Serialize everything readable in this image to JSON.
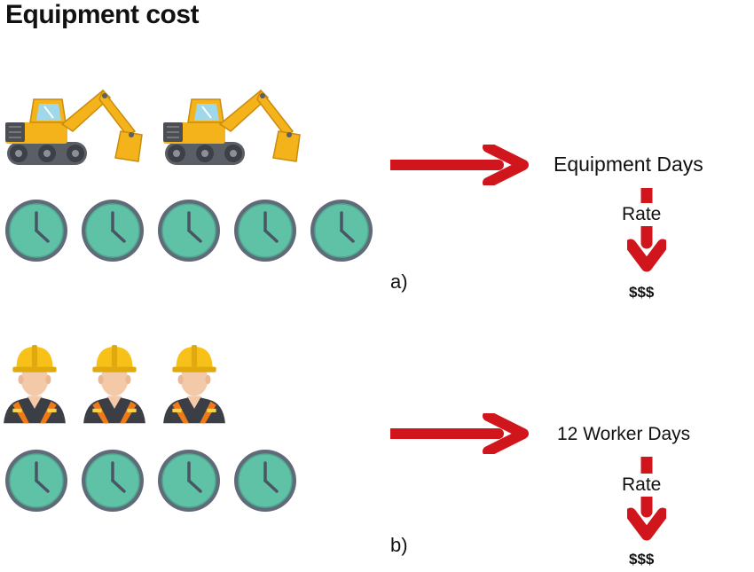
{
  "title": "Equipment cost",
  "panels": [
    {
      "letter": "a)",
      "resource_icon": "excavator-icon",
      "resource_count": 2,
      "clock_icon": "clock-icon",
      "clock_count": 5,
      "result_label": "Equipment Days",
      "rate_label": "Rate",
      "cost_label": "$$$"
    },
    {
      "letter": "b)",
      "resource_icon": "construction-worker-icon",
      "resource_count": 3,
      "clock_icon": "clock-icon",
      "clock_count": 4,
      "result_label": "12 Worker Days",
      "rate_label": "Rate",
      "cost_label": "$$$"
    }
  ],
  "colors": {
    "arrow": "#d0161c",
    "clock_face": "#5fc1a6",
    "clock_rim": "#5f6b78",
    "excavator_body": "#f4b21b",
    "hardhat": "#f7c11a",
    "vest": "#f07a17"
  }
}
